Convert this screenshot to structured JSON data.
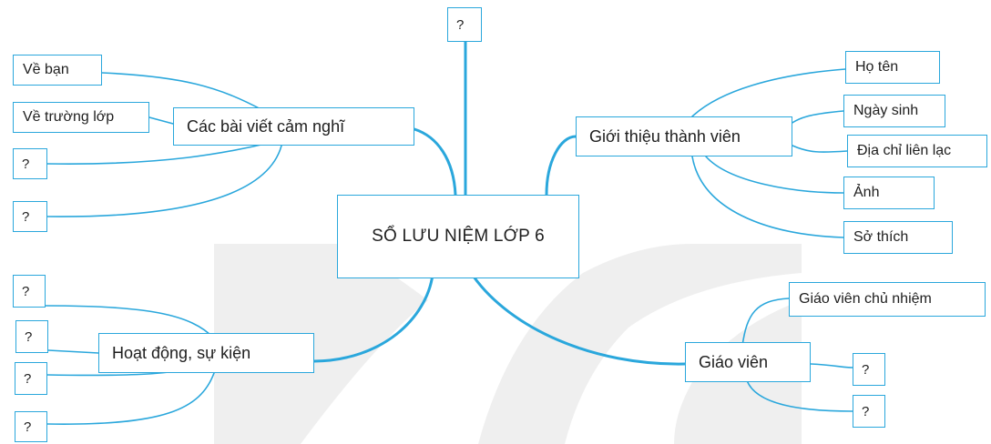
{
  "diagram": {
    "center": "SỔ LƯU NIỆM LỚP 6",
    "top_node": "?",
    "branches": {
      "reflections": {
        "label": "Các bài viết cảm nghĩ",
        "children": [
          "Về bạn",
          "Về trường lớp",
          "?",
          "?"
        ]
      },
      "members": {
        "label": "Giới thiệu thành viên",
        "children": [
          "Họ tên",
          "Ngày sinh",
          "Địa chỉ liên lạc",
          "Ảnh",
          "Sở thích"
        ]
      },
      "events": {
        "label": "Hoạt động, sự kiện",
        "children": [
          "?",
          "?",
          "?",
          "?"
        ]
      },
      "teachers": {
        "label": "Giáo viên",
        "children": [
          "Giáo viên chủ nhiệm",
          "?",
          "?"
        ]
      }
    }
  },
  "colors": {
    "line": "#2aa7dc",
    "border": "#2aa7dc",
    "watermark": "#ececec"
  }
}
